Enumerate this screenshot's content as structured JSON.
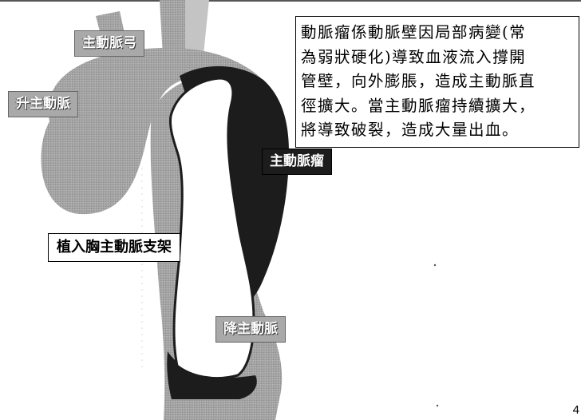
{
  "labels": {
    "aortic_arch": "主動脈弓",
    "ascending_aorta": "升主動脈",
    "aneurysm": "主動脈瘤",
    "stent_graft": "植入胸主動脈支架",
    "descending_aorta": "降主動脈"
  },
  "description": {
    "lines": [
      "動脈瘤係動脈壁因局部病變(常",
      "為弱狀硬化)導致血液流入撐開",
      "管壁，向外膨脹，造成主動脈直",
      "徑擴大。當主動脈瘤持續擴大，",
      "將導致破裂，造成大量出血。"
    ]
  },
  "page_number": "4",
  "colors": {
    "vessel_gray": "#a6a6a6",
    "aneurysm_black": "#1c1c1c",
    "stent_white": "#ffffff"
  }
}
